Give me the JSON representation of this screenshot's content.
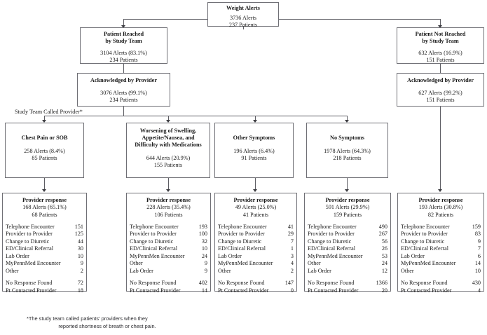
{
  "root": {
    "title": "Weight Alerts",
    "alerts": "3736 Alerts",
    "patients": "237 Patients"
  },
  "reached": {
    "title_l1": "Patient Reached",
    "title_l2": "by Study Team",
    "alerts": "3104 Alerts (83.1%)",
    "patients": "234 Patients"
  },
  "not_reached": {
    "title_l1": "Patient Not Reached",
    "title_l2": "by Study Team",
    "alerts": "632 Alerts (16.9%)",
    "patients": "151 Patients"
  },
  "ack_left": {
    "title": "Acknowledged by Provider",
    "alerts": "3076 Alerts (99.1%)",
    "patients": "234 Patients"
  },
  "ack_right": {
    "title": "Acknowledged by Provider",
    "alerts": "627 Alerts (99.2%)",
    "patients": "151 Patients"
  },
  "called_label": "Study Team Called Provider*",
  "symptoms": [
    {
      "title_lines": [
        "Chest Pain or SOB"
      ],
      "alerts": "258 Alerts (8.4%)",
      "patients": "85 Patients"
    },
    {
      "title_lines": [
        "Worsening of Swelling,",
        "Appetite/Nausea, and",
        "Difficulty with Medications"
      ],
      "alerts": "644 Alerts (20.9%)",
      "patients": "155 Patients"
    },
    {
      "title_lines": [
        "Other Symptoms"
      ],
      "alerts": "196 Alerts (6.4%)",
      "patients": "91 Patients"
    },
    {
      "title_lines": [
        "No Symptoms"
      ],
      "alerts": "1978 Alerts (64.3%)",
      "patients": "218 Patients"
    }
  ],
  "responses": [
    {
      "title": "Provider response",
      "alerts": "168 Alerts (65.1%)",
      "patients": "68 Patients",
      "rows": [
        {
          "label": "Telephone Encounter",
          "value": "151"
        },
        {
          "label": "Provider to Provider",
          "value": "125"
        },
        {
          "label": "Change to Diuretic",
          "value": "44"
        },
        {
          "label": "ED/Clinical Referral",
          "value": "30"
        },
        {
          "label": "Lab Order",
          "value": "10"
        },
        {
          "label": "MyPennMed Encounter",
          "value": "9"
        },
        {
          "label": "Other",
          "value": "2"
        }
      ],
      "footer_rows": [
        {
          "label": "No Response Found",
          "value": "72"
        },
        {
          "label": "Pt Contacted Provider",
          "value": "18"
        }
      ]
    },
    {
      "title": "Provider response",
      "alerts": "228 Alerts (35.4%)",
      "patients": "106 Patients",
      "rows": [
        {
          "label": "Telephone Encounter",
          "value": "193"
        },
        {
          "label": "Provider to Provider",
          "value": "100"
        },
        {
          "label": "Change to Diuretic",
          "value": "32"
        },
        {
          "label": "ED/Clinical Referral",
          "value": "10"
        },
        {
          "label": "MyPennMen Encounter",
          "value": "24"
        },
        {
          "label": "Other",
          "value": "9"
        },
        {
          "label": "Lab Order",
          "value": "9"
        }
      ],
      "footer_rows": [
        {
          "label": "No Response Found",
          "value": "402"
        },
        {
          "label": "Pt Contacted Provider",
          "value": "14"
        }
      ]
    },
    {
      "title": "Provider response",
      "alerts": "49 Alerts (25.0%)",
      "patients": "41 Patients",
      "rows": [
        {
          "label": "Telephone Encounter",
          "value": "41"
        },
        {
          "label": "Provider to Provider",
          "value": "29"
        },
        {
          "label": "Change to Diuretic",
          "value": "7"
        },
        {
          "label": "ED/Clinical Referral",
          "value": "1"
        },
        {
          "label": "Lab Order",
          "value": "3"
        },
        {
          "label": "MyPennMed Encounter",
          "value": "4"
        },
        {
          "label": "Other",
          "value": "2"
        }
      ],
      "footer_rows": [
        {
          "label": "No Response Found",
          "value": "147"
        },
        {
          "label": "Pt Contacted Provider",
          "value": "0"
        }
      ]
    },
    {
      "title": "Provider response",
      "alerts": "591 Alerts (29.9%)",
      "patients": "159 Patients",
      "rows": [
        {
          "label": "Telephone Encounter",
          "value": "490"
        },
        {
          "label": "Provider to Provider",
          "value": "267"
        },
        {
          "label": "Change to Diuretic",
          "value": "56"
        },
        {
          "label": "ED/Clinical Referral",
          "value": "26"
        },
        {
          "label": "MyPennMed Encounter",
          "value": "53"
        },
        {
          "label": "Other",
          "value": "24"
        },
        {
          "label": "Lab Order",
          "value": "12"
        }
      ],
      "footer_rows": [
        {
          "label": "No Response Found",
          "value": "1366"
        },
        {
          "label": "Pt Contacted Provider",
          "value": "20"
        }
      ]
    },
    {
      "title": "Provider response",
      "alerts": "193 Alerts (30.8%)",
      "patients": "82 Patients",
      "rows": [
        {
          "label": "Telephone Encounter",
          "value": "159"
        },
        {
          "label": "Provider to Provider",
          "value": "83"
        },
        {
          "label": "Change to Diuretic",
          "value": "9"
        },
        {
          "label": "ED/Clinical Referral",
          "value": "7"
        },
        {
          "label": "Lab Order",
          "value": "6"
        },
        {
          "label": "MyPennMed Encounter",
          "value": "14"
        },
        {
          "label": "Other",
          "value": "10"
        }
      ],
      "footer_rows": [
        {
          "label": "No Response Found",
          "value": "430"
        },
        {
          "label": "Pt Contacted Provider",
          "value": "4"
        }
      ]
    }
  ],
  "footnote": {
    "line1": "*The study team called patients' providers when they",
    "line2": "reported shortness of breath or chest pain."
  }
}
